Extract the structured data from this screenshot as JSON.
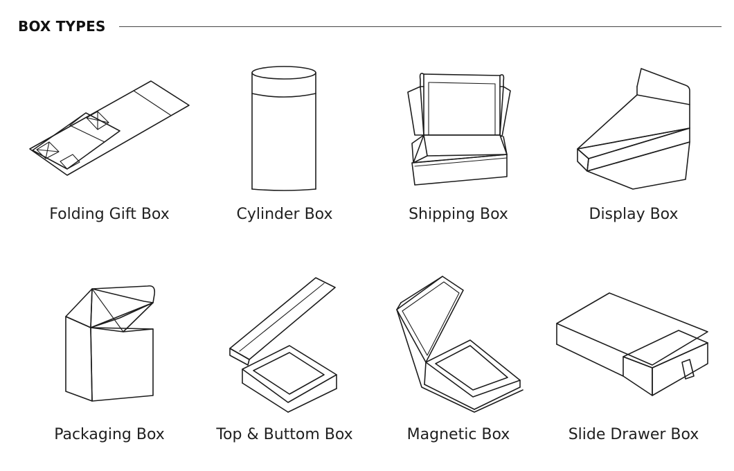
{
  "header": {
    "title": "BOX TYPES"
  },
  "box_types": [
    {
      "label": "Folding Gift Box",
      "icon": "folding-gift-box-icon"
    },
    {
      "label": "Cylinder Box",
      "icon": "cylinder-box-icon"
    },
    {
      "label": "Shipping Box",
      "icon": "shipping-box-icon"
    },
    {
      "label": "Display Box",
      "icon": "display-box-icon"
    },
    {
      "label": "Packaging Box",
      "icon": "packaging-box-icon"
    },
    {
      "label": "Top & Buttom Box",
      "icon": "top-bottom-box-icon"
    },
    {
      "label": "Magnetic Box",
      "icon": "magnetic-box-icon"
    },
    {
      "label": "Slide Drawer Box",
      "icon": "slide-drawer-box-icon"
    }
  ]
}
